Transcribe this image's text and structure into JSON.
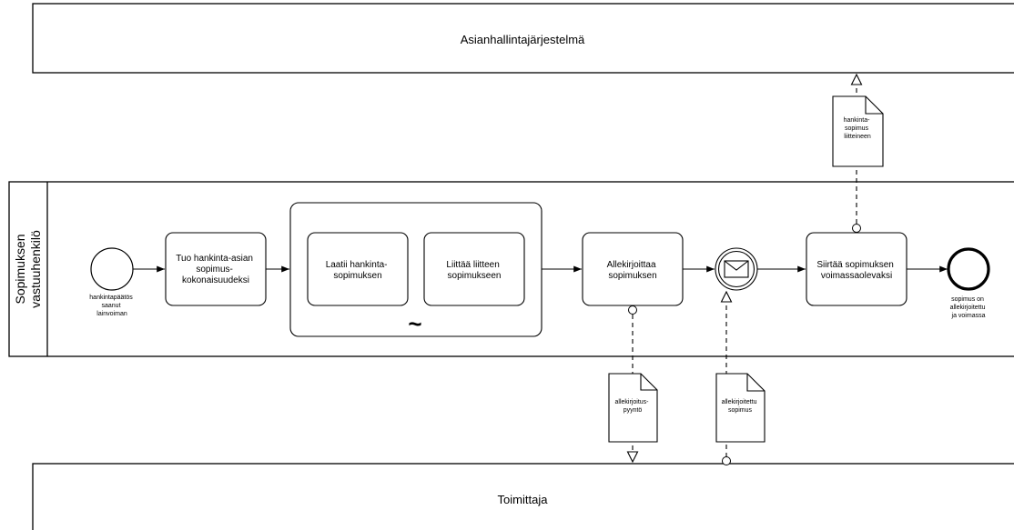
{
  "pools": {
    "top": "Asianhallintajärjestelmä",
    "bottom": "Toimittaja"
  },
  "lane": {
    "label_line1": "Sopimuksen",
    "label_line2": "vastuuhenkilö"
  },
  "start_event": {
    "label": [
      "hankintapäätös",
      "saanut",
      "lainvoiman"
    ]
  },
  "tasks": {
    "t1": [
      "Tuo hankinta-asian",
      "sopimus-",
      "kokonaisuudeksi"
    ],
    "t2": [
      "Laatii hankinta-",
      "sopimuksen"
    ],
    "t3": [
      "Liittää liitteen",
      "sopimukseen"
    ],
    "t4": [
      "Allekirjoittaa",
      "sopimuksen"
    ],
    "t5": [
      "Siirtää sopimuksen",
      "voimassaolevaksi"
    ]
  },
  "subprocess": {
    "marker": "~"
  },
  "end_event": {
    "label": [
      "sopimus on",
      "allekirjoitettu",
      "ja voimassa"
    ]
  },
  "documents": {
    "d_top": [
      "hankinta-",
      "sopimus",
      "liitteineen"
    ],
    "d_req": [
      "allekirjoitus-",
      "pyyntö"
    ],
    "d_signed": [
      "allekirjoitettu",
      "sopimus"
    ]
  }
}
